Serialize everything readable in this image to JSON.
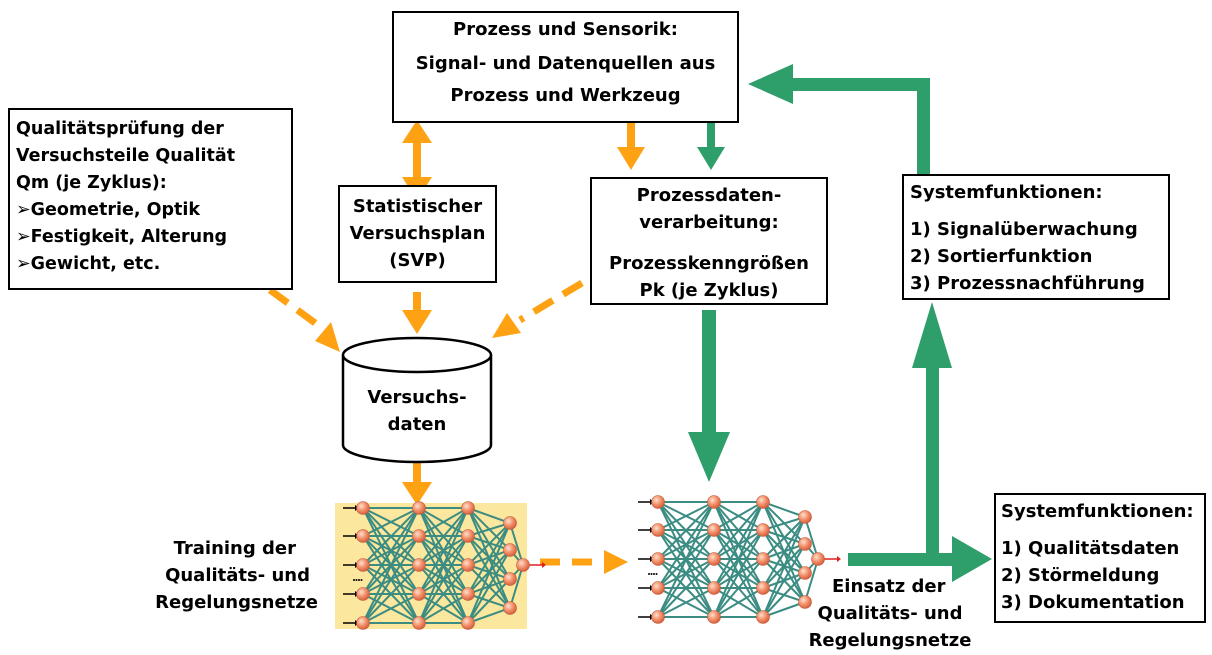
{
  "process_box": {
    "title": "Prozess und Sensorik:",
    "lines": [
      "Signal- und Datenquellen aus",
      "Prozess und Werkzeug"
    ]
  },
  "quality_box": {
    "lines": [
      "Qualitätsprüfung der",
      "Versuchsteile Qualität",
      "Qm (je Zyklus):"
    ],
    "items": [
      "Geometrie, Optik",
      "Festigkeit, Alterung",
      "Gewicht, etc."
    ]
  },
  "svp_box": {
    "lines": [
      "Statistischer",
      "Versuchsplan",
      "(SVP)"
    ]
  },
  "pdv_box": {
    "lines": [
      "Prozessdaten-",
      "verarbeitung:",
      "Prozesskenngrößen",
      "Pk (je Zyklus)"
    ]
  },
  "sys1_box": {
    "title": "Systemfunktionen:",
    "items": [
      "1) Signalüberwachung",
      "2) Sortierfunktion",
      "3) Prozessnachführung"
    ]
  },
  "sys2_box": {
    "title": "Systemfunktionen:",
    "items": [
      "1) Qualitätsdaten",
      "2) Störmeldung",
      "3) Dokumentation"
    ]
  },
  "database": {
    "lines": [
      "Versuchs-",
      "daten"
    ]
  },
  "training_label": {
    "lines": [
      "Training der",
      "Qualitäts- und",
      "Regelungsnetze"
    ]
  },
  "usage_label": {
    "lines": [
      "Einsatz der",
      "Qualitäts- und",
      "Regelungsnetze"
    ]
  },
  "bullet_glyph": "➢",
  "colors": {
    "orange": "#fea113",
    "green": "#2e9e6b",
    "highlight": "#fce79e",
    "node": "#f28c68",
    "net_line": "#3b8c82"
  }
}
